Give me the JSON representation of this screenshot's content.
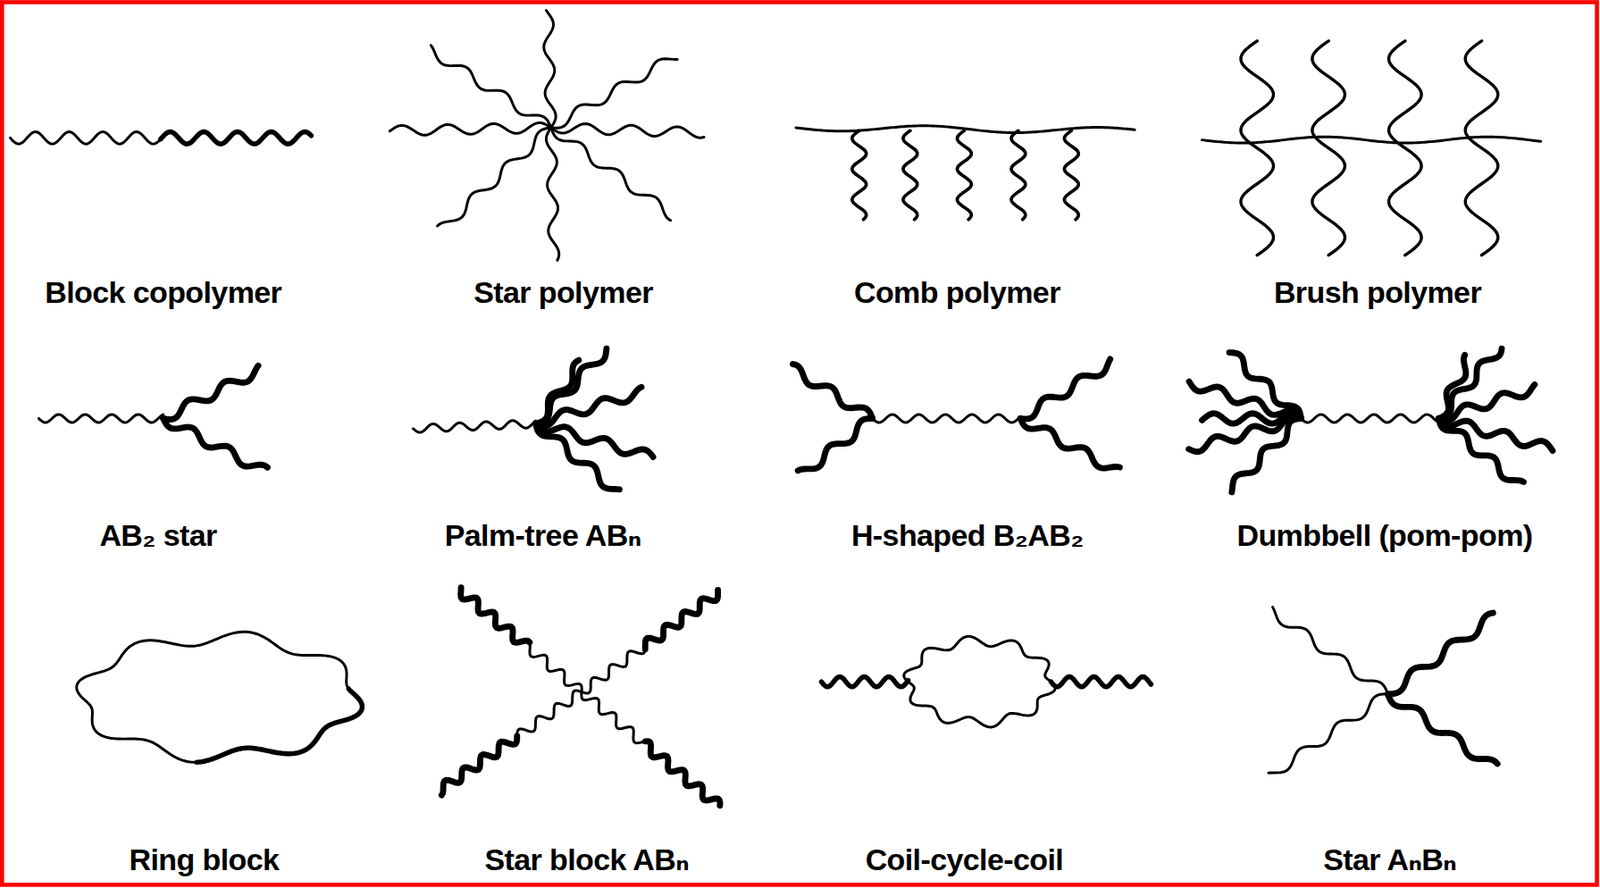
{
  "diagram": {
    "labels": [
      "Block copolymer",
      "Star polymer",
      "Comb polymer",
      "Brush polymer",
      "AB₂ star",
      "Palm-tree ABₙ",
      "H-shaped B₂AB₂",
      "Dumbbell (pom-pom)",
      "Ring block",
      "Star block ABₙ",
      "Coil-cycle-coil",
      "Star AₙBₙ"
    ]
  }
}
